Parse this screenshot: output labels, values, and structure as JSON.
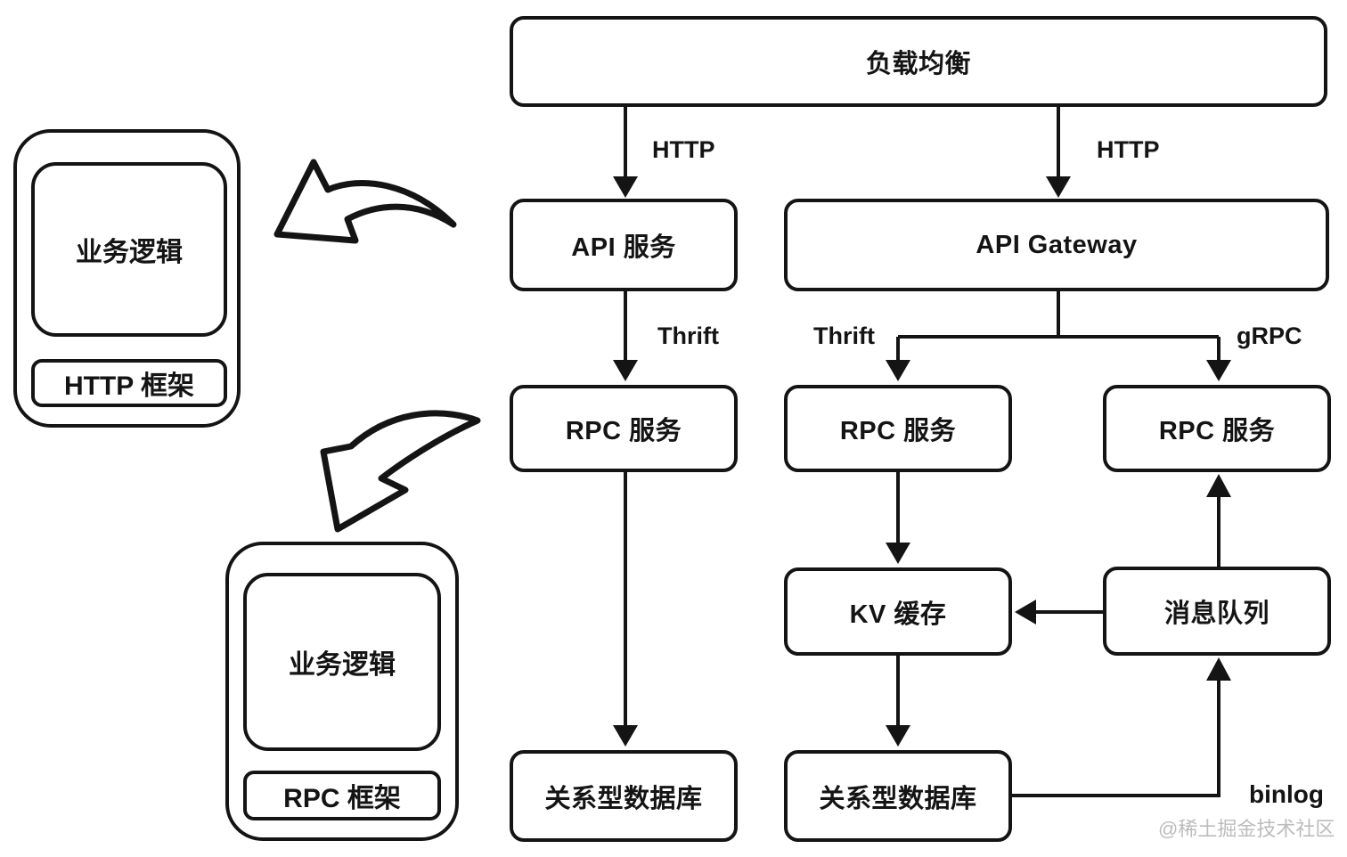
{
  "diagram": {
    "title_hint": "service architecture flow diagram",
    "nodes": {
      "load_balancer": {
        "label": "负载均衡"
      },
      "api_service": {
        "label": "API 服务"
      },
      "api_gateway": {
        "label": "API Gateway"
      },
      "rpc_service_left": {
        "label": "RPC 服务"
      },
      "rpc_service_mid": {
        "label": "RPC 服务"
      },
      "rpc_service_right": {
        "label": "RPC 服务"
      },
      "kv_cache": {
        "label": "KV 缓存"
      },
      "message_queue": {
        "label": "消息队列"
      },
      "relational_db_left": {
        "label": "关系型数据库"
      },
      "relational_db_mid": {
        "label": "关系型数据库"
      }
    },
    "edge_labels": {
      "http_left": "HTTP",
      "http_right": "HTTP",
      "thrift_left": "Thrift",
      "thrift_mid": "Thrift",
      "grpc": "gRPC",
      "binlog": "binlog"
    },
    "containers": {
      "http_stack": {
        "business_logic": "业务逻辑",
        "framework": "HTTP 框架"
      },
      "rpc_stack": {
        "business_logic": "业务逻辑",
        "framework": "RPC 框架"
      }
    },
    "watermark": "@稀土掘金技术社区",
    "colors": {
      "stroke": "#141414",
      "background": "#ffffff",
      "watermark": "#bcbcbc"
    }
  }
}
